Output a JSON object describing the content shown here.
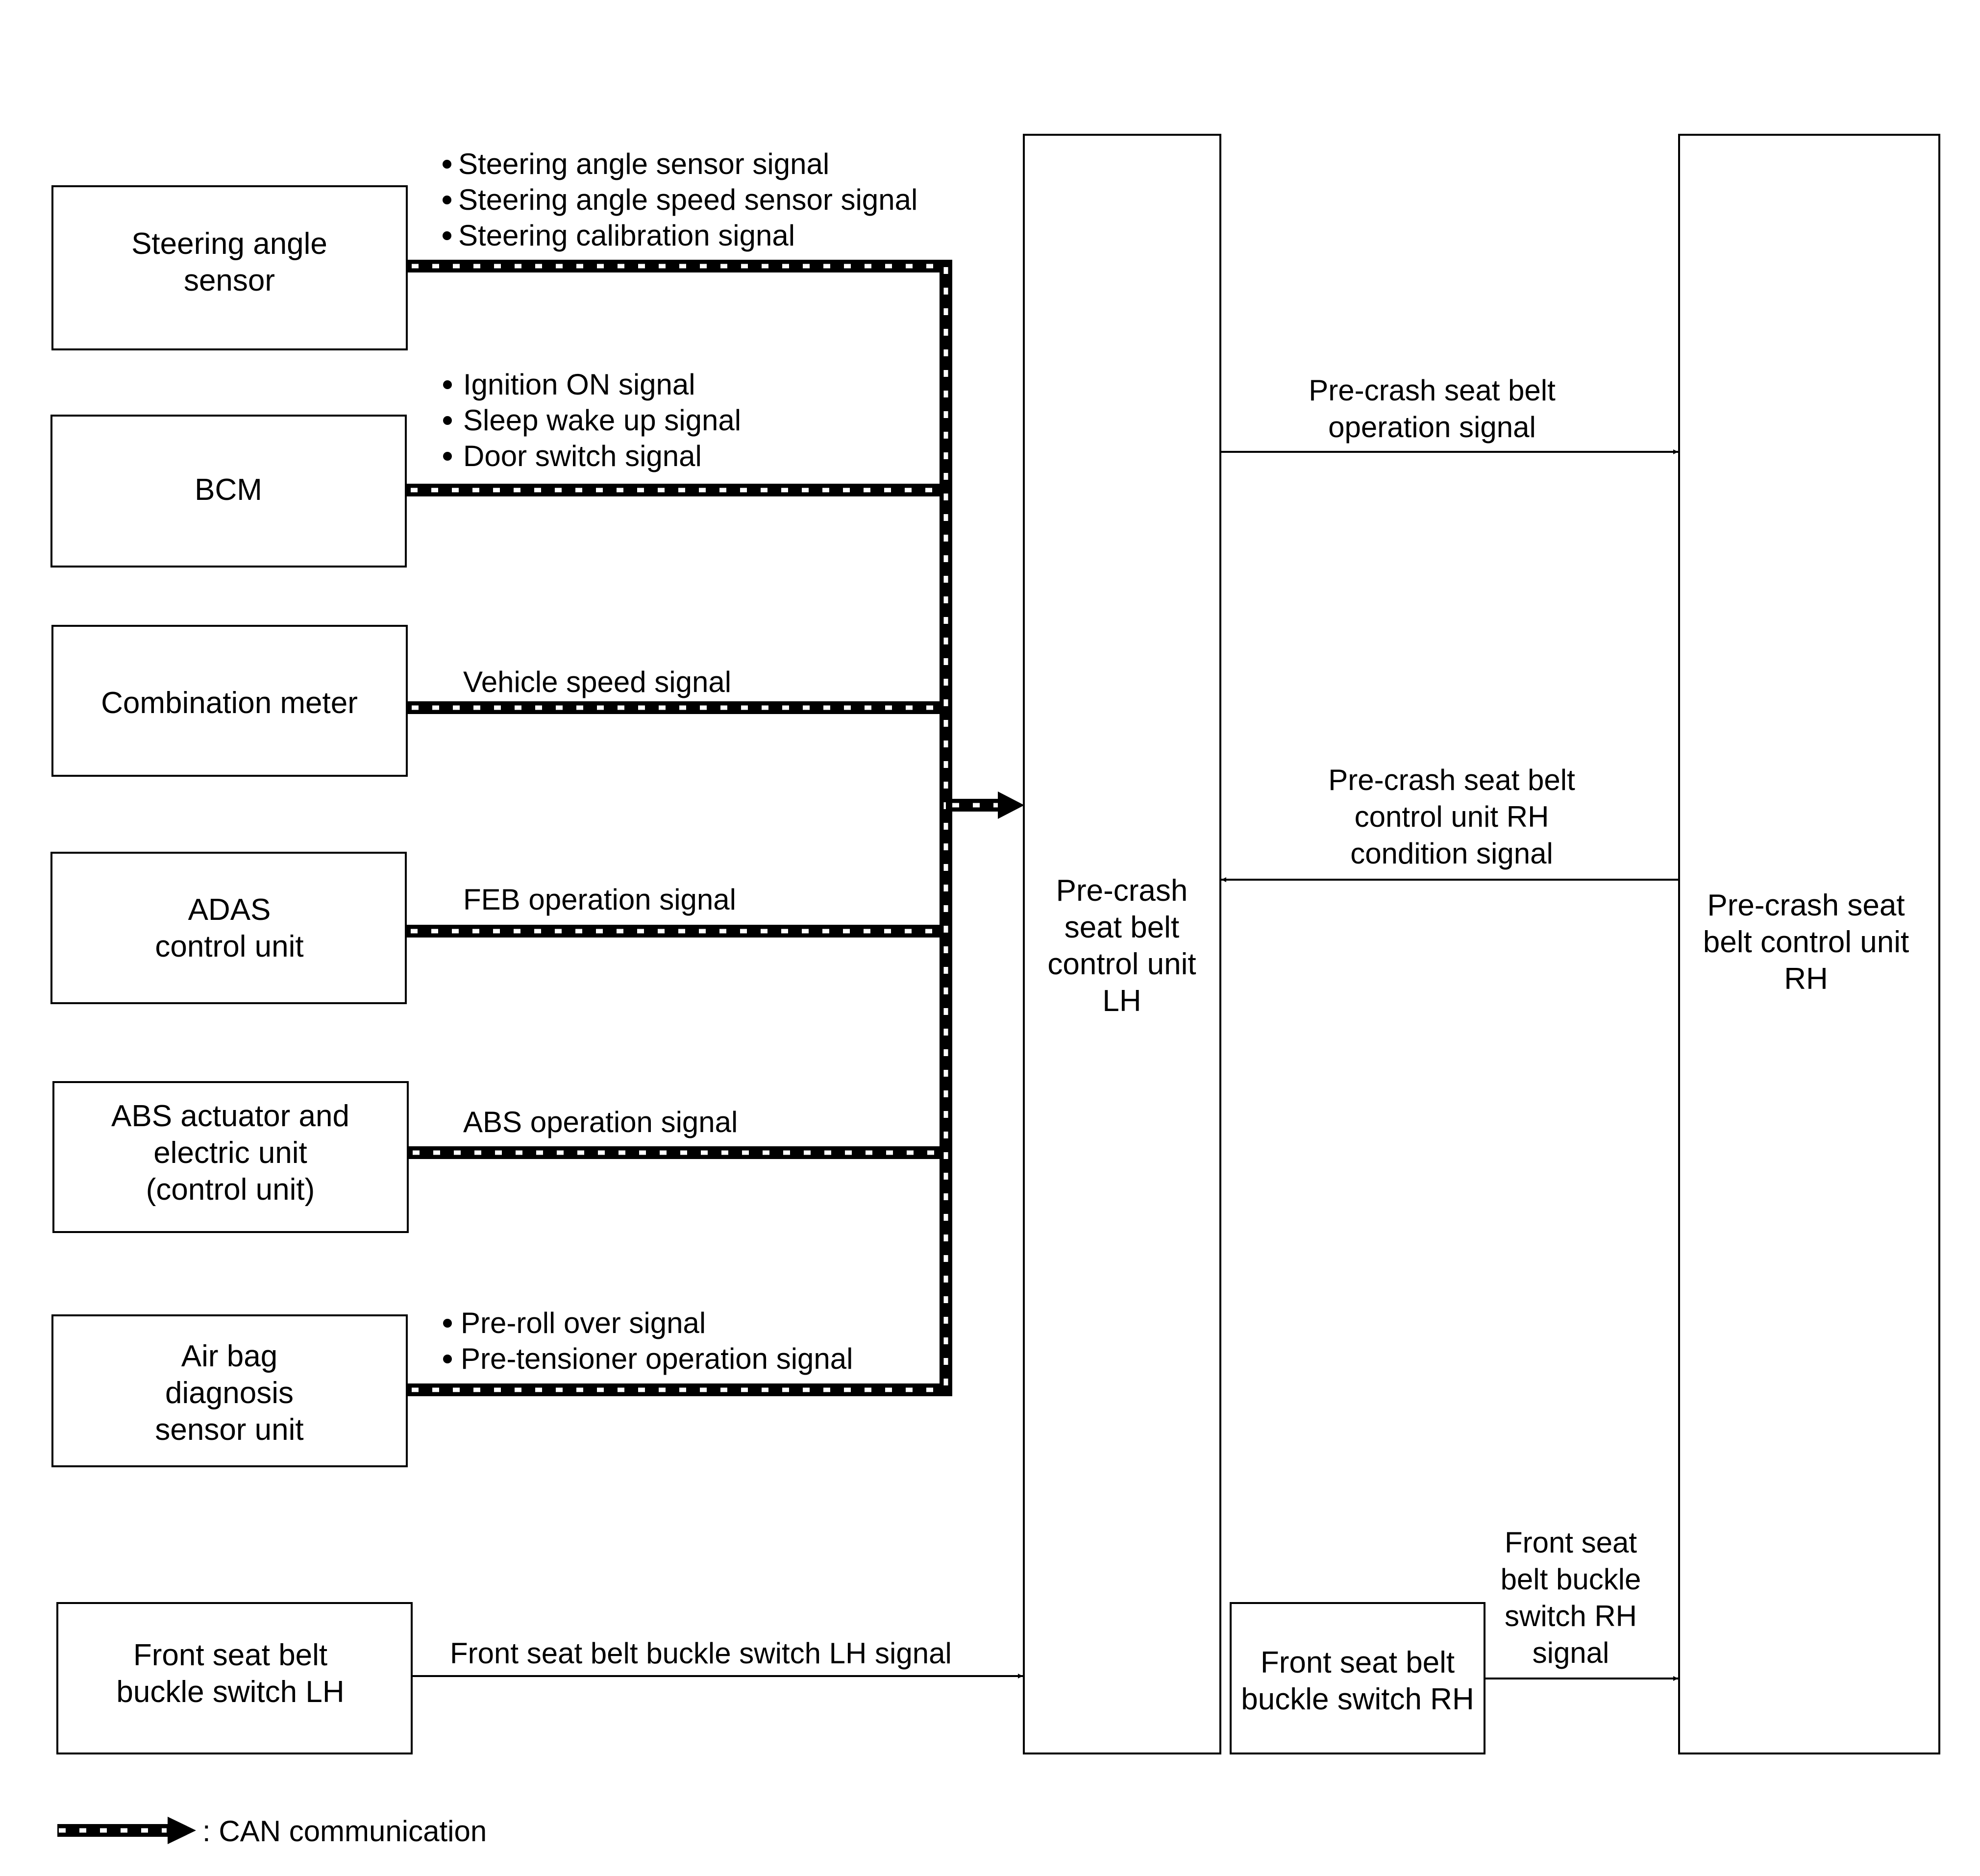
{
  "boxes": {
    "steering_angle_sensor": [
      "Steering angle",
      "sensor"
    ],
    "bcm": [
      "BCM"
    ],
    "combination_meter": [
      "Combination meter"
    ],
    "adas_control_unit": [
      "ADAS",
      "control unit"
    ],
    "abs_actuator": [
      "ABS actuator and",
      "electric unit",
      "(control unit)"
    ],
    "airbag_diagnosis": [
      "Air bag",
      "diagnosis",
      "sensor unit"
    ],
    "buckle_switch_lh": [
      "Front seat belt",
      "buckle switch LH"
    ],
    "precrash_lh": [
      "Pre-crash",
      "seat belt",
      "control unit",
      "LH"
    ],
    "precrash_rh": [
      "Pre-crash seat",
      "belt control unit",
      "RH"
    ],
    "buckle_switch_rh": [
      "Front seat belt",
      "buckle switch RH"
    ]
  },
  "signals": {
    "steering": [
      "Steering angle sensor signal",
      "Steering angle speed sensor signal",
      "Steering calibration signal"
    ],
    "bcm": [
      "Ignition ON signal",
      "Sleep wake up signal",
      "Door switch signal"
    ],
    "combination_meter": "Vehicle speed signal",
    "adas": "FEB operation signal",
    "abs": "ABS operation signal",
    "airbag": [
      "Pre-roll over signal",
      "Pre-tensioner operation signal"
    ],
    "buckle_lh": "Front seat belt buckle switch LH signal",
    "operation": [
      "Pre-crash seat belt",
      "operation signal"
    ],
    "rh_condition": [
      "Pre-crash seat belt",
      "control unit RH",
      "condition signal"
    ],
    "buckle_rh": [
      "Front seat",
      "belt buckle",
      "switch RH",
      "signal"
    ]
  },
  "legend": {
    "label": ": CAN communication"
  }
}
